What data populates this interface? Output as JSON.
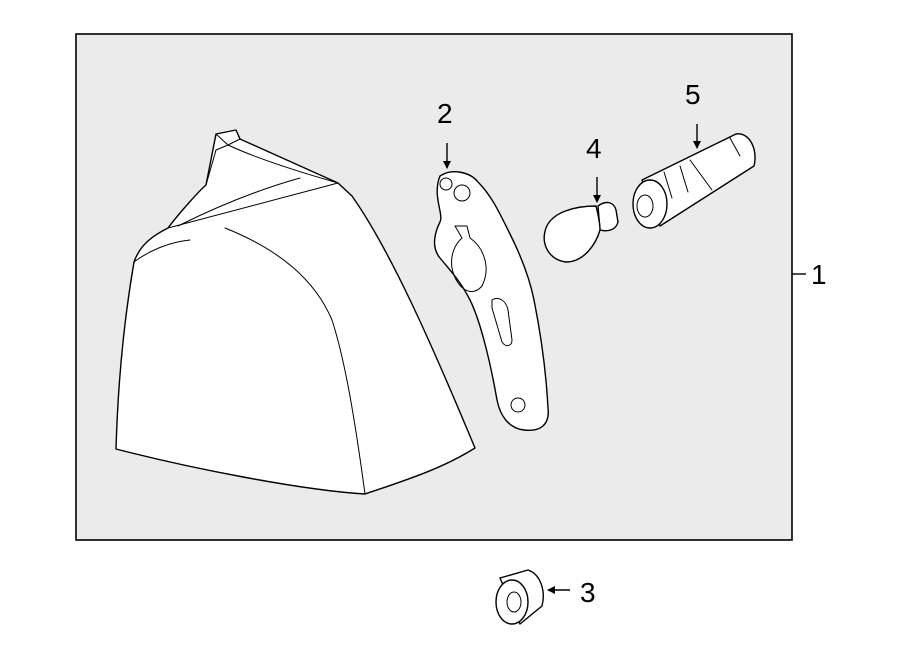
{
  "diagram": {
    "background_color": "#ebebeb",
    "line_color": "#000000",
    "callouts": {
      "c1": "1",
      "c2": "2",
      "c3": "3",
      "c4": "4",
      "c5": "5"
    }
  }
}
